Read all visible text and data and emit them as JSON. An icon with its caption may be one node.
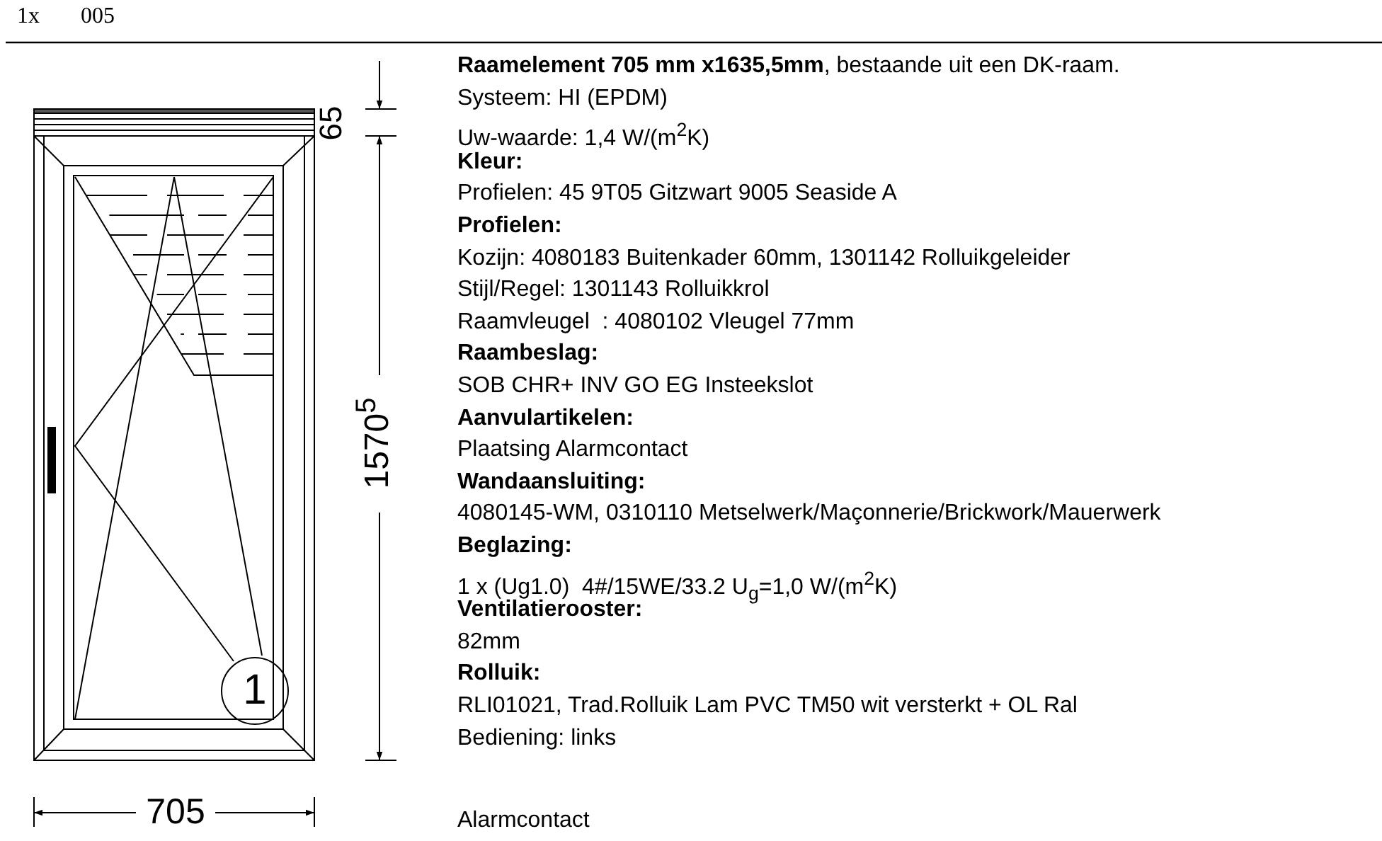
{
  "diagram": {
    "nodes": [
      {
        "text": [
          "1"
        ]
      }
    ],
    "labels": [
      "1x",
      "005",
      "65",
      "1570$^{5}$",
      "705",
      "**Raamelement 705 mm x1635,5mm**, bestaande uit een DK-raam.",
      "Systeem: HI (EPDM)",
      "Uw-waarde: 1,4 W/(m$^{2}$K)",
      "Kleur:",
      "Profielen: 45 9T05 Gitzwart 9005 Seaside A",
      "Profielen:",
      "Kozijn: 4080183 Buitenkader 60mm, 1301142 Rolluikgeleider",
      "Stijl/Regel: 1301143 Rolluikkrol",
      "Raamvleugel  : 4080102 Vleugel 77mm",
      "Raambeslag:",
      "SOB CHR+ INV GO EG Insteekslot",
      "Aanvulartikelen:",
      "Plaatsing Alarmcontact",
      "Wandaansluiting:",
      "4080145-WM, 0310110 Metselwerk/Maçonnerie/Brickwork/Mauerwerk",
      "Beglazing:",
      "1 x (Ug1.0)  4#/15WE/33.2 U$_{g}$=1,0 W/(m$^{2}$K)",
      "Ventilatierooster:",
      "82mm",
      "Rolluik:",
      "RLI01021, Trad.Rolluik Lam PVC TM50 wit versterkt + OL Ral",
      "Bediening: links",
      "Alarmcontact"
    ]
  }
}
